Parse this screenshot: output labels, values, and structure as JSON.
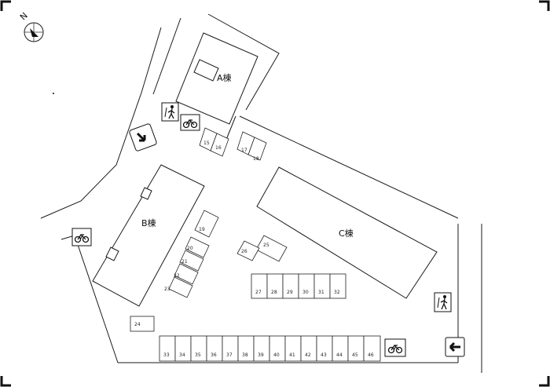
{
  "buildings": {
    "a": {
      "label": "A棟"
    },
    "b": {
      "label": "B棟"
    },
    "c": {
      "label": "C棟"
    }
  },
  "compass": {
    "north_label": "N"
  },
  "parking": {
    "slots_upper": [
      "15",
      "16",
      "17",
      "18"
    ],
    "slot_19": "19",
    "slots_b_side": [
      "20",
      "21",
      "22",
      "23"
    ],
    "slots_center": [
      "25",
      "26"
    ],
    "slot_24": "24",
    "row_right": [
      "27",
      "28",
      "29",
      "30",
      "31",
      "32"
    ],
    "row_bottom": [
      "33",
      "34",
      "35",
      "36",
      "37",
      "38",
      "39",
      "40",
      "41",
      "42",
      "43",
      "44",
      "45",
      "46"
    ]
  },
  "icons": {
    "bicycle": "bicycle-icon",
    "pedestrian": "pedestrian-icon",
    "arrow": "arrow-icon"
  }
}
